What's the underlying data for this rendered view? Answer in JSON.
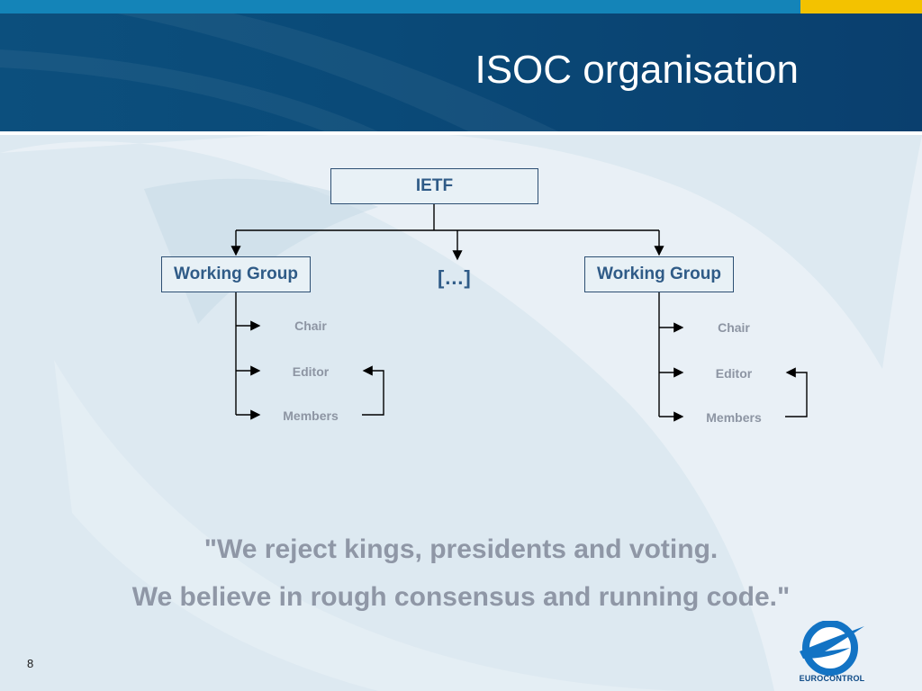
{
  "slide": {
    "title": "ISOC organisation",
    "page_number": "8"
  },
  "org_chart": {
    "root": "IETF",
    "left_group": {
      "label": "Working Group",
      "roles": [
        "Chair",
        "Editor",
        "Members"
      ]
    },
    "middle": "[…]",
    "right_group": {
      "label": "Working Group",
      "roles": [
        "Chair",
        "Editor",
        "Members"
      ]
    }
  },
  "quote": {
    "line1": "\"We reject kings, presidents and voting.",
    "line2": "We believe in rough consensus and running code.\""
  },
  "logo": {
    "text": "EUROCONTROL"
  },
  "colors": {
    "header_bg": "#0a4a78",
    "top_strip": "#1484b8",
    "accent": "#f3c200",
    "box_text": "#2f5b87",
    "muted_text": "#8f97a6"
  }
}
